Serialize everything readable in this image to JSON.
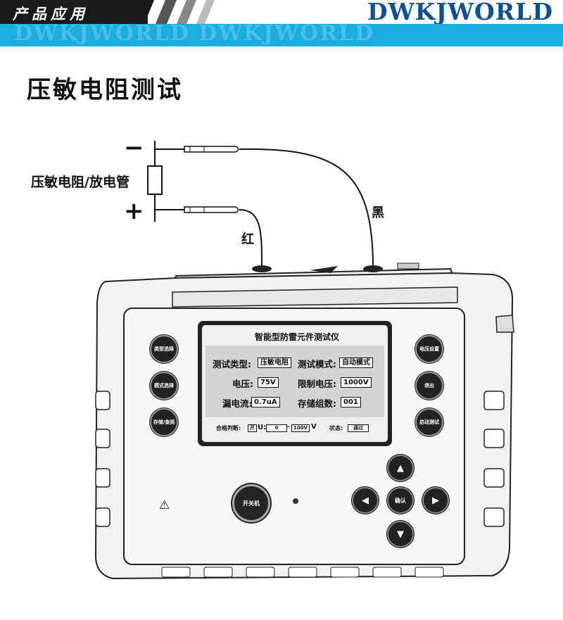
{
  "header": {
    "category": "产品应用",
    "brand": "DWKJWORLD",
    "watermark": "DWKJWORLD DWKJWORLD"
  },
  "title": "压敏电阻测试",
  "diagram": {
    "component_label": "压敏电阻/放电管",
    "polarity_negative": "−",
    "polarity_positive": "+",
    "wire_red": "红",
    "wire_black": "黑"
  },
  "device": {
    "screen": {
      "title": "智能型防雷元件测试仪",
      "rows": [
        {
          "label1": "测试类型:",
          "value1": "压敏电阻",
          "label2": "测试模式:",
          "value2": "自动模式"
        },
        {
          "label1": "电压:",
          "value1": "75V",
          "label2": "限制电压:",
          "value2": "1000V"
        },
        {
          "label1": "漏电流:",
          "value1": "0.7uA",
          "label2": "存储组数:",
          "value2": "001"
        }
      ],
      "footer": {
        "judge_label": "合格判断:",
        "judge_state": "开",
        "u_label": "U:",
        "u_low": "0",
        "tilde": "~",
        "u_high": "100V",
        "unit": "V",
        "status_label": "状态:",
        "status_value": "通过"
      }
    },
    "left_buttons": [
      "类型选择",
      "模式选择",
      "存储/查阅"
    ],
    "right_buttons": [
      "电压设置",
      "退出",
      "启动测试"
    ],
    "nav": {
      "up": "▲",
      "down": "▼",
      "left": "◀",
      "right": "▶",
      "ok": "确认"
    },
    "power_label": "开关机",
    "warning": "⚠"
  },
  "colors": {
    "brand": "#0d4f99",
    "band": "#1aaee0"
  }
}
